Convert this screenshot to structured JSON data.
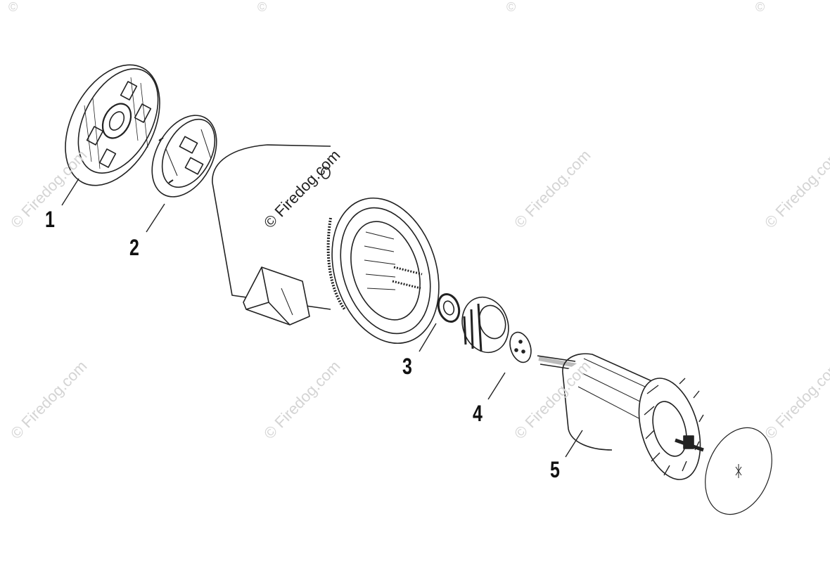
{
  "diagram": {
    "callouts": [
      {
        "id": "1",
        "label": "1"
      },
      {
        "id": "2",
        "label": "2"
      },
      {
        "id": "3",
        "label": "3"
      },
      {
        "id": "4",
        "label": "4"
      },
      {
        "id": "5",
        "label": "5"
      }
    ],
    "watermark_main": "© Firedog.com",
    "watermark_tile": "© Firedog.com",
    "watermark_edge": "©",
    "colors": {
      "line": "#222222",
      "watermark": "#d4d4d4",
      "background": "#ffffff"
    }
  }
}
